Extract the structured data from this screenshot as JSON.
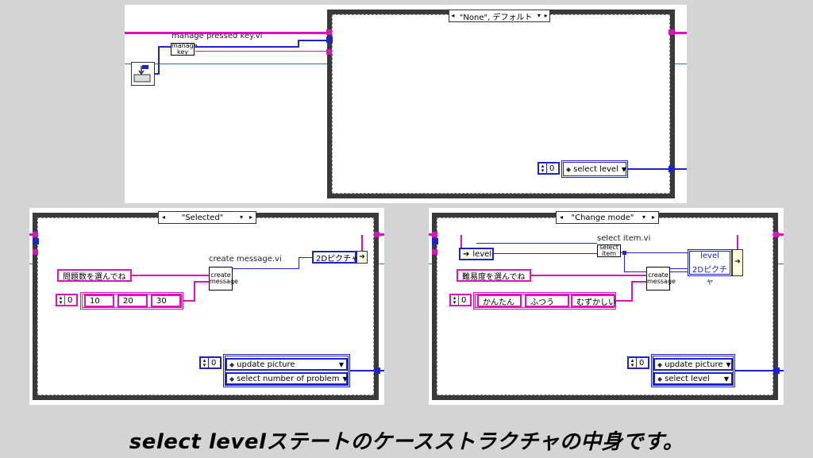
{
  "top_panel": {
    "case_selector": "\"None\", デフォルト",
    "subvi_label": "manage pressed key.vi",
    "subvi_icon_text": [
      "manage",
      "key"
    ],
    "numeric_value": "0",
    "enum_value": "select level"
  },
  "selected_panel": {
    "case_selector": "\"Selected\"",
    "subvi_label": "create message.vi",
    "subvi_icon_text": [
      "create",
      "message"
    ],
    "message_string": "問題数を選んでね",
    "numeric_value": "0",
    "array_items": [
      "10",
      "20",
      "30"
    ],
    "picture_label": "2Dピクチャ",
    "state_numeric": "0",
    "enum_items": [
      "update picture",
      "select number of problem"
    ]
  },
  "change_panel": {
    "case_selector": "\"Change mode\"",
    "subvi_label": "select item.vi",
    "select_icon_text": [
      "select",
      "item"
    ],
    "create_icon_text": [
      "create",
      "message"
    ],
    "level_const": "level",
    "message_string": "難易度を選んでね",
    "numeric_value": "0",
    "array_items": [
      "かんたん",
      "ふつう",
      "むずかしい"
    ],
    "bundle_labels": [
      "level",
      "2Dピクチャ"
    ],
    "state_numeric": "0",
    "enum_items": [
      "update picture",
      "select level"
    ]
  },
  "caption": "select levelステートのケースストラクチャの中身です。"
}
